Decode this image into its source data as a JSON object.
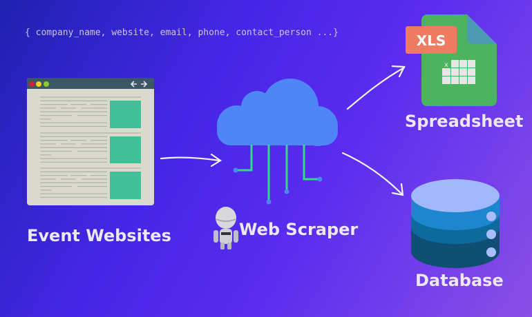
{
  "fields_text": "{ company_name, website, email, phone, contact_person ...}",
  "labels": {
    "source": "Event Websites",
    "scraper": "Web Scraper",
    "spreadsheet": "Spreadsheet",
    "database": "Database"
  },
  "spreadsheet_badge": "XLS",
  "spreadsheet_cell_mark": "x",
  "colors": {
    "cloud": "#4f86f7",
    "circuit": "#2edc8a",
    "sheet": "#4cb35f",
    "badge": "#ef7c62",
    "browser_bar": "#3b5766",
    "browser_body": "#d9d9cd",
    "browser_blocks": "#41bf98"
  }
}
